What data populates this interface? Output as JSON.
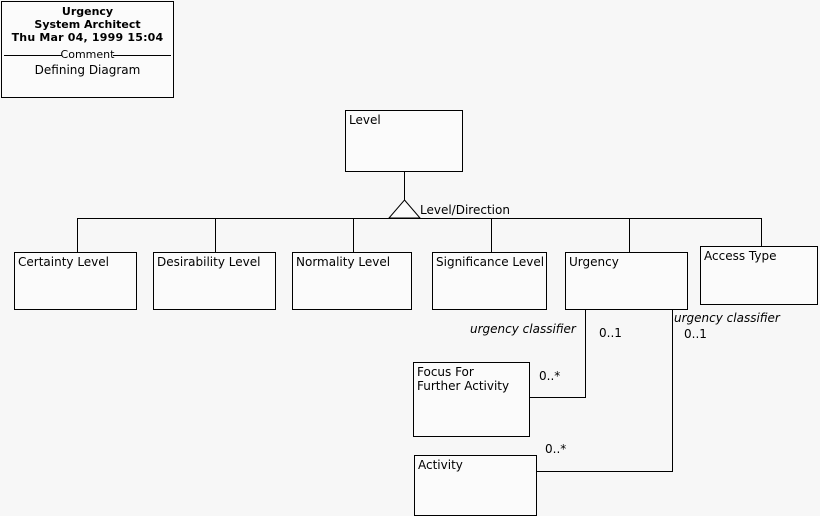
{
  "diagram": {
    "title_note": {
      "name": "Urgency",
      "author": "System Architect",
      "timestamp": "Thu Mar 04, 1999  15:04",
      "divider_label": "Comment",
      "comment": "Defining Diagram"
    },
    "classes": [
      {
        "id": "level",
        "label": "Level"
      },
      {
        "id": "certainty",
        "label": "Certainty Level"
      },
      {
        "id": "desirability",
        "label": "Desirability Level"
      },
      {
        "id": "normality",
        "label": "Normality Level"
      },
      {
        "id": "significance",
        "label": "Significance Level"
      },
      {
        "id": "urgency",
        "label": "Urgency"
      },
      {
        "id": "access_type",
        "label": "Access Type"
      },
      {
        "id": "focus",
        "label": "Focus For\nFurther Activity"
      },
      {
        "id": "activity",
        "label": "Activity"
      }
    ],
    "generalization": {
      "parent": "Level",
      "discriminator": "Level/Direction",
      "children": [
        "Certainty Level",
        "Desirability Level",
        "Normality Level",
        "Significance Level",
        "Urgency",
        "Access Type"
      ]
    },
    "associations": [
      {
        "id": "urgency-focus",
        "source": "Urgency",
        "target": "Focus For Further Activity",
        "role": "urgency classifier",
        "source_multiplicity": "0..1",
        "target_multiplicity": "0..*"
      },
      {
        "id": "urgency-activity",
        "source": "Urgency",
        "target": "Activity",
        "role": "urgency classifier",
        "source_multiplicity": "0..1",
        "target_multiplicity": "0..*"
      }
    ],
    "colors": {
      "background": "#f7f7f7",
      "box_fill": "#fbfbfb",
      "stroke": "#000000",
      "text": "#000000"
    }
  }
}
